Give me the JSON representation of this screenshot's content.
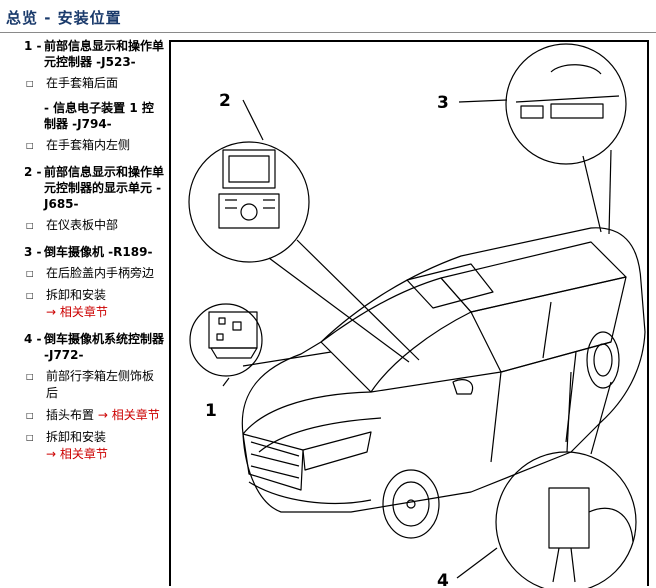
{
  "header": {
    "title": "总览 - 安装位置"
  },
  "items": [
    {
      "num": "1 -",
      "title": "前部信息显示和操作单元控制器 -J523-",
      "subs": [
        {
          "text": "在手套箱后面",
          "link": ""
        }
      ]
    },
    {
      "subtitle": "- 信息电子装置 1 控制器 -J794-",
      "subs": [
        {
          "text": "在手套箱内左侧",
          "link": ""
        }
      ]
    },
    {
      "num": "2 -",
      "title": "前部信息显示和操作单元控制器的显示单元 -J685-",
      "subs": [
        {
          "text": "在仪表板中部",
          "link": ""
        }
      ]
    },
    {
      "num": "3 -",
      "title": "倒车摄像机 -R189-",
      "subs": [
        {
          "text": "在后脸盖内手柄旁边",
          "link": ""
        },
        {
          "text": "拆卸和安装",
          "link": "→ 相关章节"
        }
      ]
    },
    {
      "num": "4 -",
      "title": "倒车摄像机系统控制器 -J772-",
      "subs": [
        {
          "text": "前部行李箱左侧饰板后",
          "link": ""
        },
        {
          "text": "插头布置",
          "link": "→ 相关章节"
        },
        {
          "text": "拆卸和安装",
          "link": "→ 相关章节"
        }
      ]
    }
  ],
  "figure": {
    "callouts": [
      "1",
      "2",
      "3",
      "4"
    ]
  },
  "icons": {
    "bullet": "square-bullet-icon"
  }
}
